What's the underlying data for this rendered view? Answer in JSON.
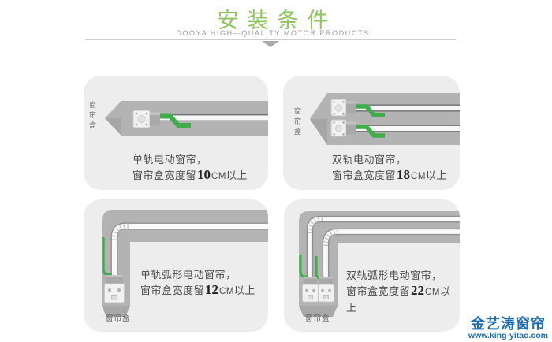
{
  "header": {
    "title": "安装条件",
    "subtitle": "DOOYA HIGH—QUALITY MOTOR PRODUCTS"
  },
  "colors": {
    "accent_green": "#8dc45c",
    "cord_green": "#3fae4a",
    "band_gray": "#b3b3b3",
    "panel_bg": "#ededed",
    "watermark_blue": "#1b6cb4"
  },
  "panels": [
    {
      "id": "single-straight-track",
      "box_label": "窗帘盒",
      "line1": "单轨电动窗帘，",
      "line2_prefix": "窗帘盒宽度留",
      "value": "10",
      "unit": "CM",
      "line2_suffix": "以上"
    },
    {
      "id": "double-straight-track",
      "box_label": "窗帘盒",
      "line1": "双轨电动窗帘，",
      "line2_prefix": "窗帘盒宽度留",
      "value": "18",
      "unit": "CM",
      "line2_suffix": "以上"
    },
    {
      "id": "single-curved-track",
      "box_label": "窗帘盒",
      "line1": "单轨弧形电动窗帘，",
      "line2_prefix": "窗帘盒宽度留",
      "value": "12",
      "unit": "CM",
      "line2_suffix": "以上"
    },
    {
      "id": "double-curved-track",
      "box_label": "窗帘盒",
      "line1": "双轨弧形电动窗帘，",
      "line2_prefix": "窗帘盒宽度留",
      "value": "22",
      "unit": "CM",
      "line2_suffix": "以上"
    }
  ],
  "watermark": {
    "name": "金艺涛窗帘",
    "url": "www.king-yitao.com"
  }
}
